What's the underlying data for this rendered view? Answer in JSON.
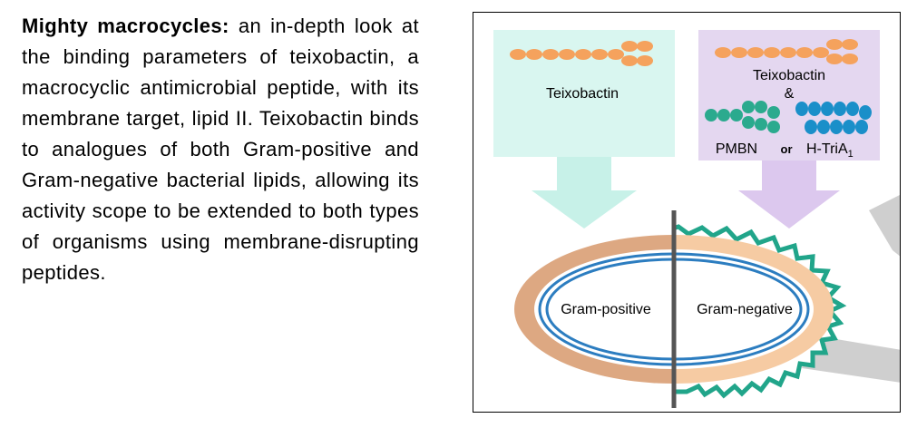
{
  "abstract": {
    "title": "Mighty macrocycles:",
    "body": "an in-depth look at the binding parameters of teixobactin, a macrocyclic antimicrobial peptide, with its membrane target, lipid II. Teixobactin binds to analogues of both Gram-positive and Gram-negative bacterial lipids, allowing its activity scope to be extended to both types of organisms using membrane-disrupting peptides."
  },
  "diagram": {
    "left_panel": {
      "label": "Teixobactin"
    },
    "right_panel": {
      "label_top": "Teixobactin",
      "label_and": "&",
      "label_pmbn": "PMBN",
      "label_or": "or",
      "label_htria": "H-TriA",
      "label_htria_sub": "1"
    },
    "cell": {
      "gram_positive": "Gram-positive",
      "gram_negative": "Gram-negative"
    },
    "colors": {
      "teixobactin_orange": "#F5A25D",
      "left_panel_bg": "#D9F6F0",
      "left_arrow": "#C7F1E8",
      "right_panel_bg": "#E4D7F0",
      "right_arrow": "#DCC8EE",
      "pmbn_teal": "#2BAA8E",
      "htria_blue": "#1A8FC9",
      "gram_pos_wall": "#DDA882",
      "gram_neg_wall": "#F6CBA3",
      "membrane_blue": "#2C7DC0",
      "outer_zigzag": "#21A58A",
      "divider": "#555555"
    }
  }
}
